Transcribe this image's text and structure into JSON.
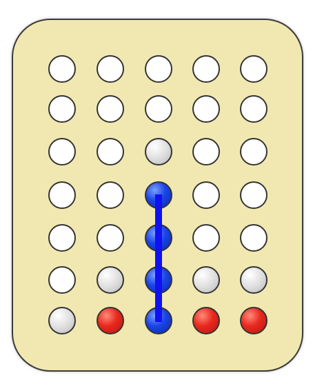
{
  "board": {
    "background": "#f0e8b0",
    "columns": 5,
    "rows": 7,
    "cells": [
      [
        "empty",
        "empty",
        "empty",
        "empty",
        "empty"
      ],
      [
        "empty",
        "empty",
        "empty",
        "empty",
        "empty"
      ],
      [
        "empty",
        "empty",
        "hint",
        "empty",
        "empty"
      ],
      [
        "empty",
        "empty",
        "blue",
        "empty",
        "empty"
      ],
      [
        "empty",
        "empty",
        "blue",
        "empty",
        "empty"
      ],
      [
        "empty",
        "hint",
        "blue",
        "hint",
        "hint"
      ],
      [
        "hint",
        "red",
        "blue",
        "red",
        "red"
      ]
    ]
  },
  "colors": {
    "empty": "#ffffff",
    "hint": "#dcdcdc",
    "red": "#e8281e",
    "blue": "#1a44e6",
    "win_line": "#1010f0"
  },
  "win_line": {
    "column": 3,
    "from_row": 4,
    "to_row": 7
  }
}
